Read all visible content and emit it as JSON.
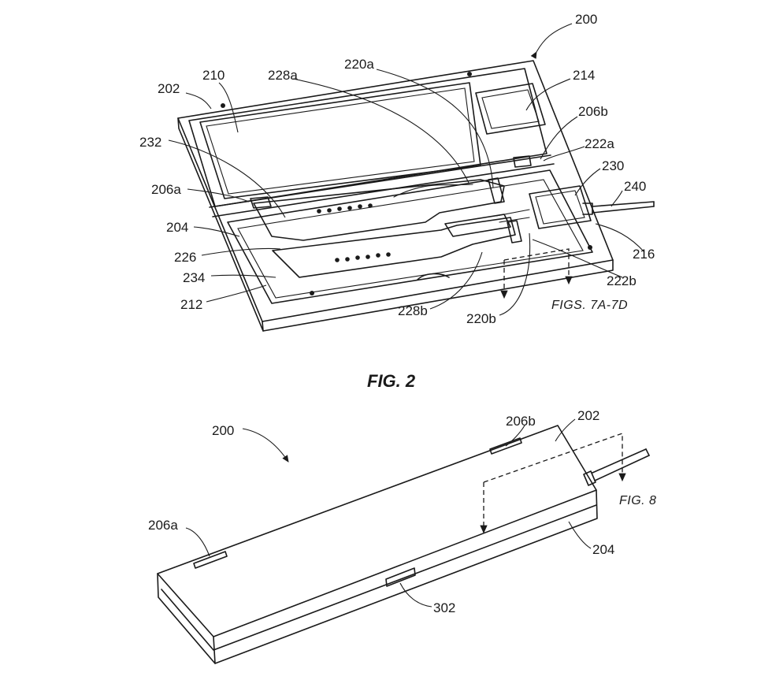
{
  "figures": {
    "fig2": {
      "caption": "FIG. 2",
      "ref_main": "200",
      "labels": [
        "202",
        "210",
        "228a",
        "220a",
        "214",
        "206b",
        "232",
        "222a",
        "230",
        "240",
        "206a",
        "204",
        "226",
        "234",
        "212",
        "228b",
        "220b",
        "216",
        "222b"
      ],
      "section_ref": "FIGS. 7A-7D"
    },
    "fig3": {
      "ref_main": "200",
      "labels": [
        "206b",
        "202",
        "206a",
        "204",
        "302"
      ],
      "section_ref": "FIG. 8"
    }
  },
  "colors": {
    "ink": "#1a1a1a",
    "paper": "#ffffff"
  }
}
